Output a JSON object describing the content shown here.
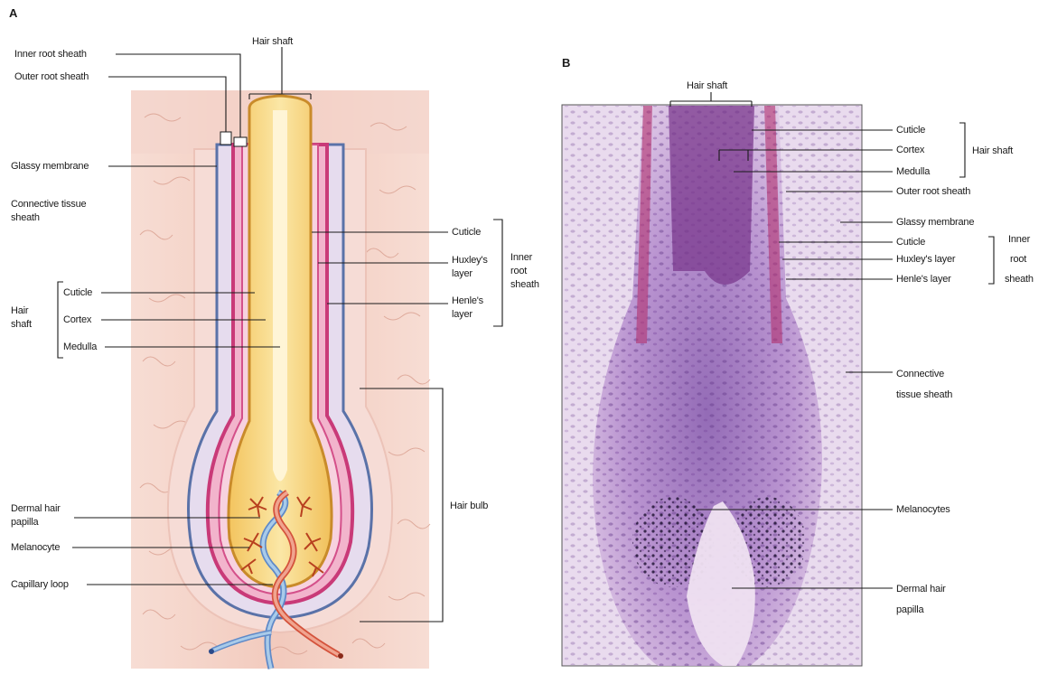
{
  "panel_a": {
    "letter": "A",
    "labels": {
      "hair_shaft_top": "Hair shaft",
      "inner_root_sheath": "Inner root sheath",
      "outer_root_sheath": "Outer root sheath",
      "glassy_membrane": "Glassy membrane",
      "connective_tissue_sheath": [
        "Connective tissue",
        "sheath"
      ],
      "hair_shaft_group": [
        "Hair",
        "shaft"
      ],
      "cuticle": "Cuticle",
      "cortex": "Cortex",
      "medulla": "Medulla",
      "irs_cuticle": "Cuticle",
      "huxleys_layer": [
        "Huxley's",
        "layer"
      ],
      "henles_layer": [
        "Henle's",
        "layer"
      ],
      "inner_root_sheath_group": [
        "Inner",
        "root",
        "sheath"
      ],
      "hair_bulb": "Hair bulb",
      "dermal_hair_papilla": [
        "Dermal hair",
        "papilla"
      ],
      "melanocyte": "Melanocyte",
      "capillary_loop": "Capillary loop"
    }
  },
  "panel_b": {
    "letter": "B",
    "labels": {
      "hair_shaft_top": "Hair shaft",
      "cuticle": "Cuticle",
      "cortex": "Cortex",
      "medulla": "Medulla",
      "hair_shaft_group": "Hair shaft",
      "outer_root_sheath": "Outer root sheath",
      "glassy_membrane": "Glassy membrane",
      "irs_cuticle": "Cuticle",
      "huxleys_layer": "Huxley's layer",
      "henles_layer": "Henle's layer",
      "inner_root_sheath_group": [
        "Inner",
        "root",
        "sheath"
      ],
      "connective_tissue_sheath": [
        "Connective",
        "tissue sheath"
      ],
      "melanocytes": "Melanocytes",
      "dermal_hair_papilla": [
        "Dermal hair",
        "papilla"
      ]
    }
  }
}
